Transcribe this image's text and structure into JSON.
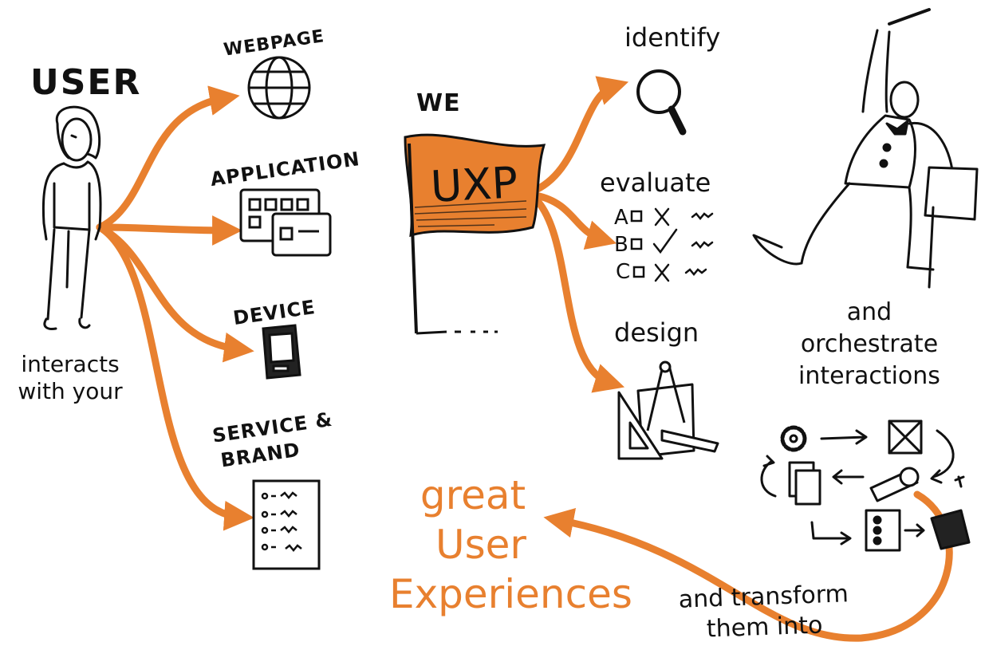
{
  "colors": {
    "accent": "#E8802F",
    "ink": "#111111",
    "paper": "#ffffff"
  },
  "left": {
    "user": "USER",
    "interacts": [
      "interacts",
      "with your"
    ],
    "targets": [
      {
        "label": "WEBPAGE",
        "icon": "globe-icon"
      },
      {
        "label": "APPLICATION",
        "icon": "app-windows-icon"
      },
      {
        "label": "DEVICE",
        "icon": "mobile-device-icon"
      },
      {
        "label": "SERVICE &",
        "label2": "BRAND",
        "icon": "checklist-icon"
      }
    ]
  },
  "center": {
    "we": "WE",
    "flag_text": "UXP",
    "steps": [
      {
        "label": "identify",
        "icon": "magnifier-icon"
      },
      {
        "label": "evaluate",
        "icon": "abc-evaluation-icon",
        "rows": [
          "A",
          "B",
          "C"
        ]
      },
      {
        "label": "design",
        "icon": "drafting-tools-icon"
      }
    ]
  },
  "right": {
    "orchestrate": [
      "and",
      "orchestrate",
      "interactions"
    ],
    "transform": [
      "and transform",
      "them into"
    ]
  },
  "result": [
    "great",
    "User",
    "Experiences"
  ]
}
